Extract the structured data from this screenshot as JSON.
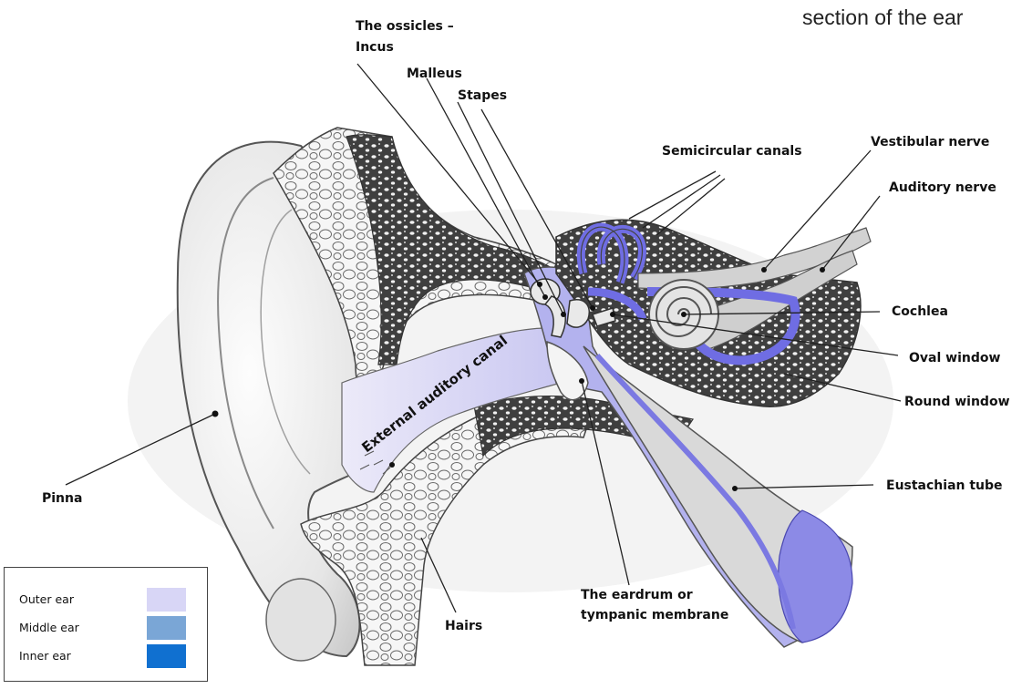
{
  "caption": "section of the ear",
  "labels": {
    "ossicles_line1": "The ossicles –",
    "ossicles_incus": "Incus",
    "malleus": "Malleus",
    "stapes": "Stapes",
    "semicircular": "Semicircular canals",
    "vestibular": "Vestibular nerve",
    "auditory": "Auditory nerve",
    "cochlea": "Cochlea",
    "oval": "Oval window",
    "round": "Round window",
    "eustachian": "Eustachian tube",
    "pinna": "Pinna",
    "hairs": "Hairs",
    "eardrum_1": "The eardrum or",
    "eardrum_2": "tympanic membrane",
    "canal": "External auditory canal"
  },
  "legend": [
    {
      "label": "Outer ear",
      "color": "#d8d6f6"
    },
    {
      "label": "Middle ear",
      "color": "#7aa6d6"
    },
    {
      "label": "Inner ear",
      "color": "#1070d0"
    }
  ],
  "colors": {
    "outer": "#cfcdf3",
    "middle": "#9b9ae8",
    "inner": "#7a78e6",
    "tissue": "#efefef",
    "bone": "#3a3a3a"
  }
}
